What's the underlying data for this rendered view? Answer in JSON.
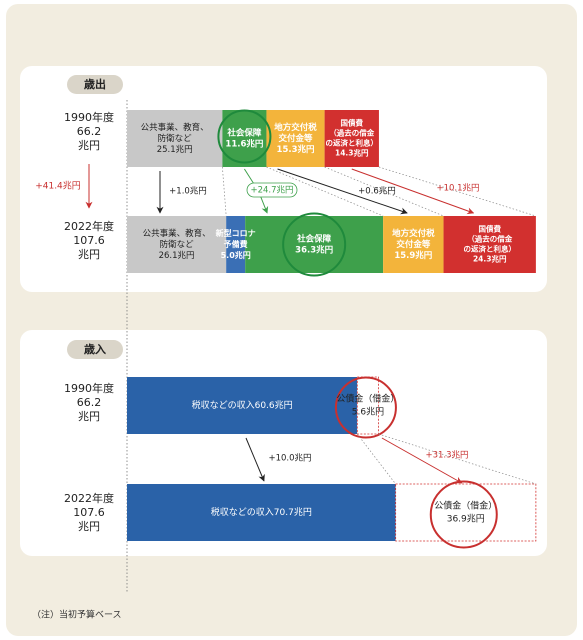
{
  "chart_data": [
    {
      "type": "bar",
      "section_label": "歳出",
      "years": [
        {
          "lines": [
            "1990年度",
            "66.2",
            "兆円"
          ]
        },
        {
          "lines": [
            "2022年度",
            "107.6",
            "兆円"
          ]
        }
      ],
      "total_change": "+41.4兆円",
      "series": [
        {
          "key": "public",
          "color": "#c8c8c8",
          "labels1990": [
            "公共事業、教育、",
            "防衛など",
            "25.1兆円"
          ],
          "labels2022": [
            "公共事業、教育、",
            "防衛など",
            "26.1兆円"
          ],
          "values": [
            25.1,
            26.1
          ],
          "change": "+1.0兆円"
        },
        {
          "key": "corona",
          "color": "#3a6fb5",
          "labels2022": [
            "新型コロナ",
            "予備費",
            "5.0兆円"
          ],
          "values": [
            0,
            5.0
          ]
        },
        {
          "key": "social",
          "color": "#3ea04b",
          "labels1990": [
            "社会保障",
            "11.6兆円"
          ],
          "labels2022": [
            "社会保障",
            "36.3兆円"
          ],
          "values": [
            11.6,
            36.3
          ],
          "change": "+24.7兆円"
        },
        {
          "key": "local",
          "color": "#f3b43b",
          "labels1990": [
            "地方交付税",
            "交付金等",
            "15.3兆円"
          ],
          "labels2022": [
            "地方交付税",
            "交付金等",
            "15.9兆円"
          ],
          "values": [
            15.3,
            15.9
          ],
          "change": "+0.6兆円"
        },
        {
          "key": "debt",
          "color": "#d2302f",
          "labels1990": [
            "国債費",
            "（過去の借金",
            "の返済と利息）",
            "14.3兆円"
          ],
          "labels2022": [
            "国債費",
            "（過去の借金",
            "の返済と利息）",
            "24.3兆円"
          ],
          "values": [
            14.3,
            24.3
          ],
          "change": "+10.1兆円"
        }
      ]
    },
    {
      "type": "bar",
      "section_label": "歳入",
      "years": [
        {
          "lines": [
            "1990年度",
            "66.2",
            "兆円"
          ]
        },
        {
          "lines": [
            "2022年度",
            "107.6",
            "兆円"
          ]
        }
      ],
      "series": [
        {
          "key": "tax",
          "color": "#2a62a8",
          "labels1990": [
            "税収などの収入60.6兆円"
          ],
          "labels2022": [
            "税収などの収入70.7兆円"
          ],
          "values": [
            60.6,
            70.7
          ],
          "change": "+10.0兆円"
        },
        {
          "key": "bond",
          "color": "#d2302f",
          "labels1990": [
            "公債金（借金）",
            "5.6兆円"
          ],
          "labels2022": [
            "公債金（借金）",
            "36.9兆円"
          ],
          "values": [
            5.6,
            36.9
          ],
          "change": "+31.3兆円"
        }
      ]
    }
  ],
  "note": "（注）当初予算ベース",
  "colors": {
    "outer_bg": "#f2ede0",
    "panel_bg": "#ffffff",
    "tag_bg": "#dad5c9",
    "change_red": "#c8302f",
    "change_green": "#3ea04b",
    "change_black": "#222222",
    "circle": "#1f8a3c",
    "circle_red": "#c8302f"
  }
}
